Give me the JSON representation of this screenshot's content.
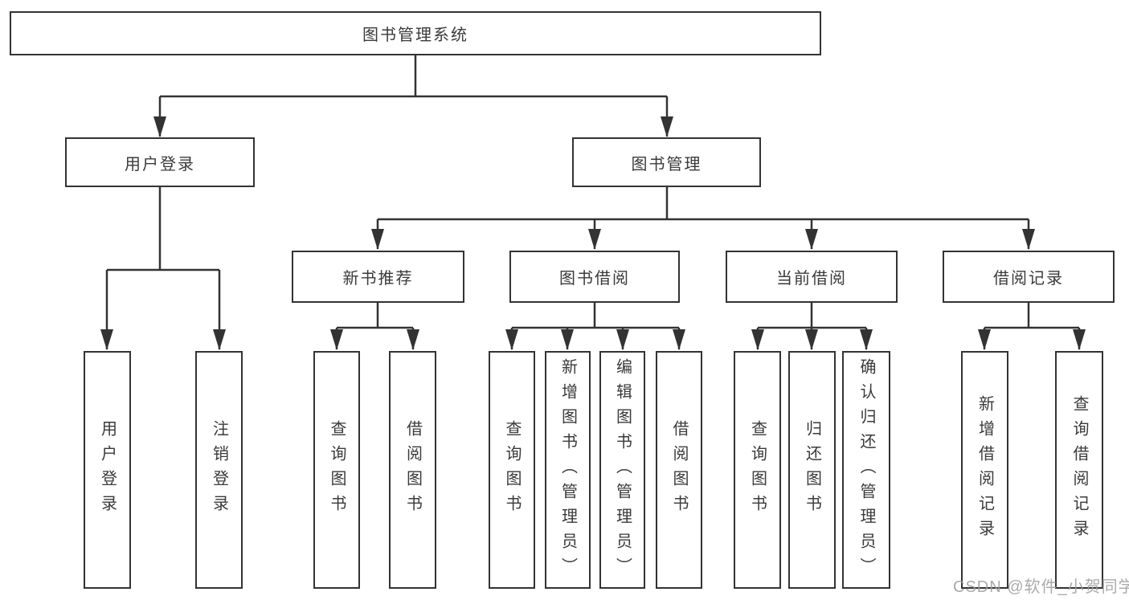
{
  "tree": {
    "root": {
      "label": "图书管理系统"
    },
    "children": [
      {
        "label": "用户登录",
        "children": [
          {
            "label": "用户登录"
          },
          {
            "label": "注销登录"
          }
        ]
      },
      {
        "label": "图书管理",
        "children": [
          {
            "label": "新书推荐",
            "children": [
              {
                "label": "查询图书"
              },
              {
                "label": "借阅图书"
              }
            ]
          },
          {
            "label": "图书借阅",
            "children": [
              {
                "label": "查询图书"
              },
              {
                "label": "新增图书（管理员）"
              },
              {
                "label": "编辑图书（管理员）"
              },
              {
                "label": "借阅图书"
              }
            ]
          },
          {
            "label": "当前借阅",
            "children": [
              {
                "label": "查询图书"
              },
              {
                "label": "归还图书"
              },
              {
                "label": "确认归还（管理员）"
              }
            ]
          },
          {
            "label": "借阅记录",
            "children": [
              {
                "label": "新增借阅记录"
              },
              {
                "label": "查询借阅记录"
              }
            ]
          }
        ]
      }
    ]
  },
  "watermark": {
    "text": "CSDN @软件_小贺同学"
  },
  "colors": {
    "line": "#333333",
    "box_border": "#333333",
    "text": "#3a3a3a",
    "background": "#ffffff",
    "watermark": "#9e9e9e"
  }
}
